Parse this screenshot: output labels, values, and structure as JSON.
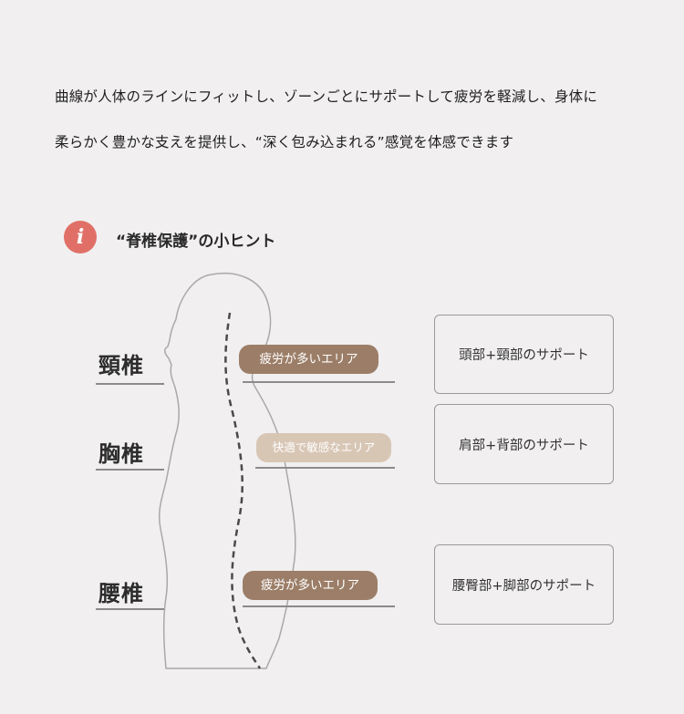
{
  "intro": {
    "line1": "曲線が人体のラインにフィットし、ゾーンごとにサポートして疲労を軽減し、身体に",
    "line2": "柔らかく豊かな支えを提供し、“深く包み込まれる”感覚を体感できます"
  },
  "hint": {
    "icon_letter": "i",
    "title": "“脊椎保護”の小ヒント"
  },
  "zones": [
    {
      "label": "頸椎",
      "tag": "疲労が多いエリア",
      "support": "頭部+頸部のサポート"
    },
    {
      "label": "胸椎",
      "tag": "快適で敏感なエリア",
      "support": "肩部+背部のサポート"
    },
    {
      "label": "腰椎",
      "tag": "疲労が多いエリア",
      "support": "腰臀部+脚部のサポート"
    }
  ],
  "colors": {
    "background": "#f1eff0",
    "icon": "#e07067",
    "tag_dark": "#9c7e68",
    "tag_light": "#d8c6b5"
  }
}
